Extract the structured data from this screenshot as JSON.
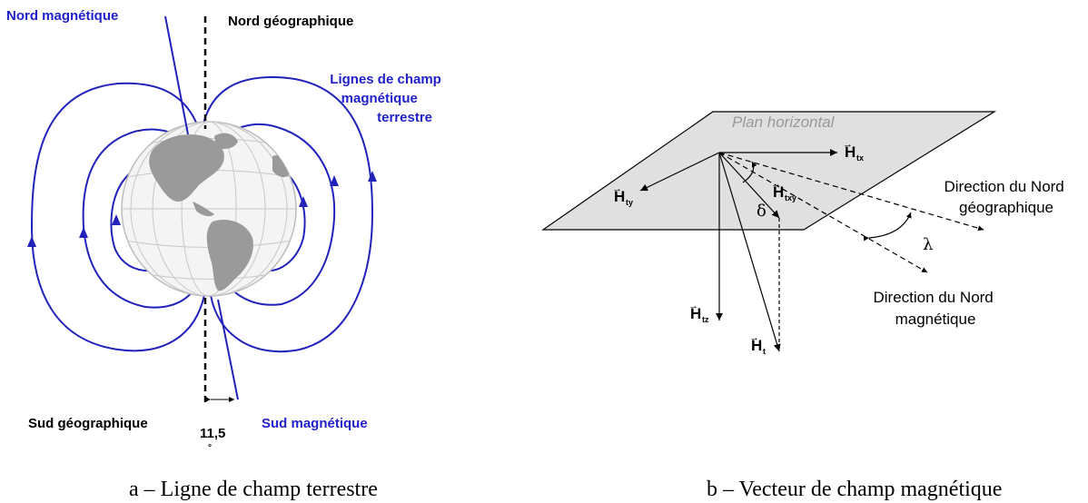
{
  "left_figure": {
    "magnetic_north": "Nord magnétique",
    "geographic_north": "Nord géographique",
    "field_lines_label": [
      "Lignes de champ",
      "magnétique",
      "terrestre"
    ],
    "geographic_south": "Sud géographique",
    "magnetic_south": "Sud magnétique",
    "angle_value": "11,5",
    "angle_unit": "°",
    "caption": "a – Ligne de champ terrestre"
  },
  "right_figure": {
    "plane_label": "Plan horizontal",
    "vectors": {
      "htx": {
        "main": "H",
        "sub": "tx"
      },
      "hty": {
        "main": "H",
        "sub": "ty"
      },
      "htxy": {
        "main": "H",
        "sub": "txy"
      },
      "htz": {
        "main": "H",
        "sub": "tz"
      },
      "ht": {
        "main": "H",
        "sub": "t"
      }
    },
    "delta": "δ",
    "lambda": "λ",
    "geo_north_direction": [
      "Direction du Nord",
      "géographique"
    ],
    "mag_north_direction": [
      "Direction du Nord",
      "magnétique"
    ],
    "caption": "b – Vecteur de champ magnétique"
  },
  "colors": {
    "field_lines": "#2222bb",
    "plane_fill": "#e0e0e0"
  }
}
